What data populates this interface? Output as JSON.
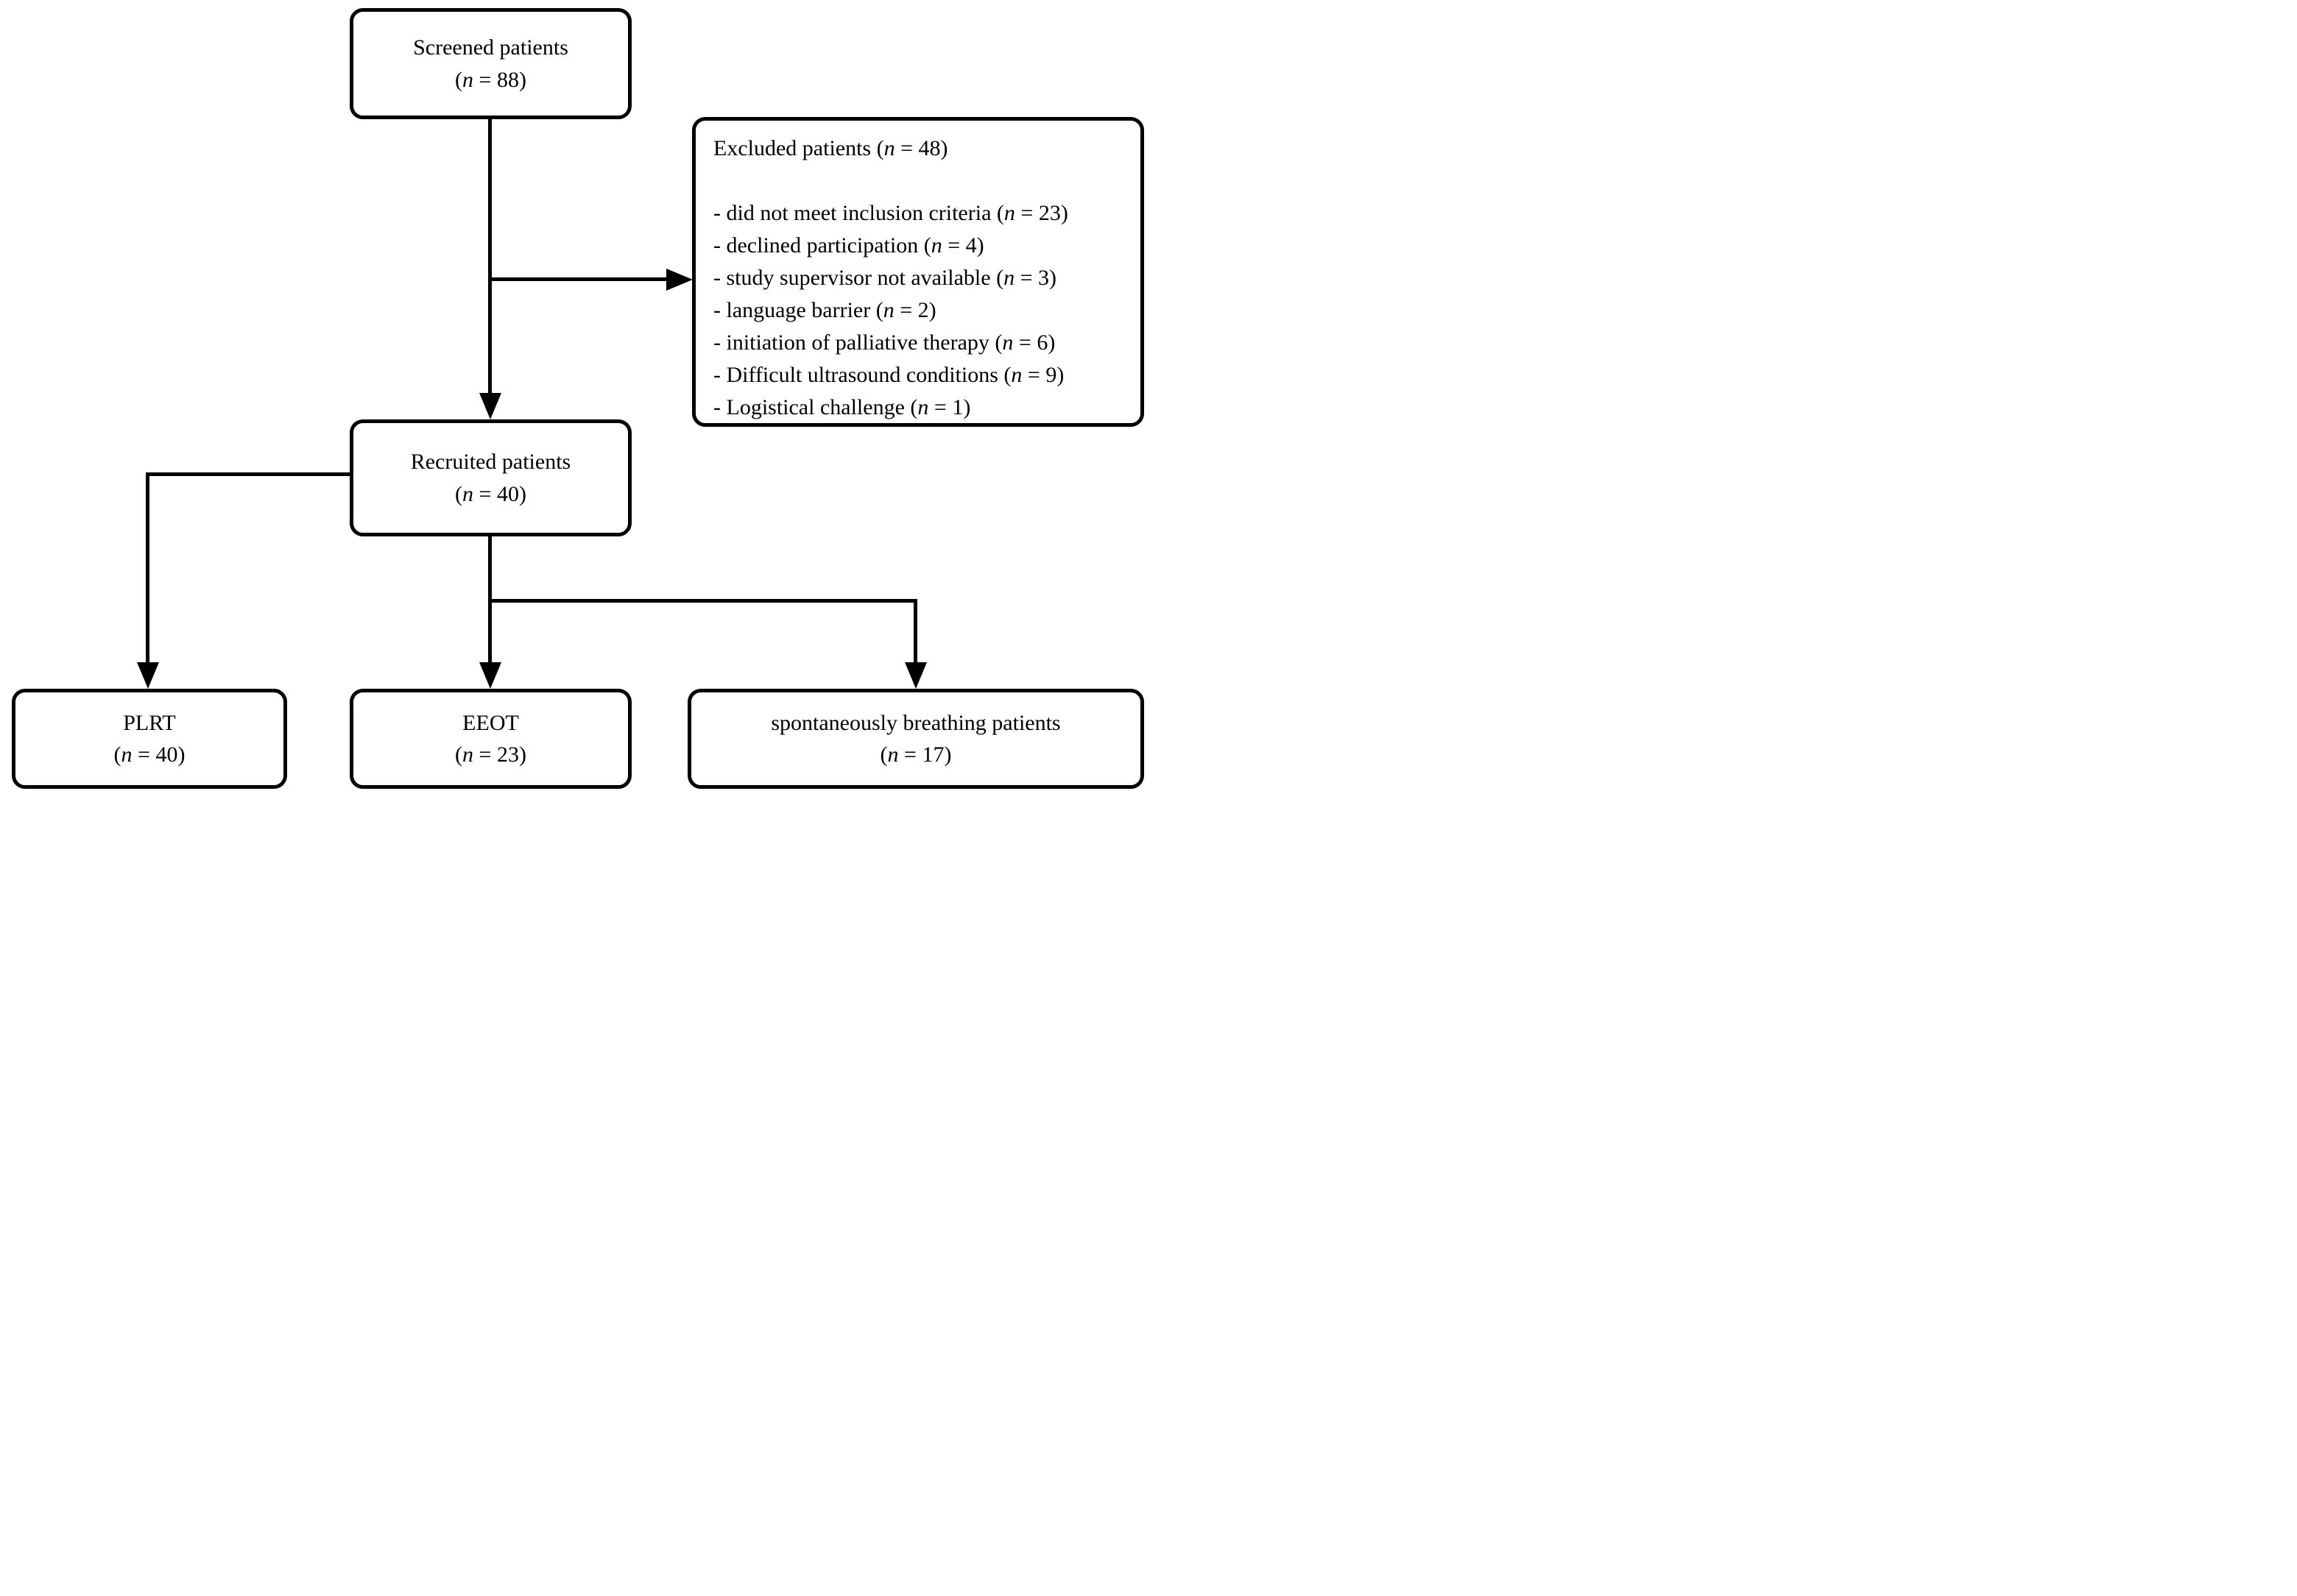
{
  "figure": {
    "type": "patient-recruitment-flow-diagram",
    "background_color": "#ffffff",
    "line_color": "#000000"
  },
  "symbols": {
    "open_paren": "(",
    "n_var": "n",
    "equals": " = ",
    "close_paren": ")"
  },
  "boxes": {
    "screened": {
      "title": "Screened patients",
      "n": "88"
    },
    "recruited": {
      "title": "Recruited patients",
      "n": "40"
    },
    "plrt": {
      "title": "PLRT",
      "n": "40"
    },
    "eeot": {
      "title": "EEOT",
      "n": "23"
    },
    "spontaneous": {
      "title": "spontaneously breathing patients",
      "n": "17"
    },
    "excluded": {
      "title": "Excluded patients",
      "n": "48",
      "items": [
        {
          "pre": "- did not meet inclusion criteria",
          "n": "23"
        },
        {
          "pre": "- declined participation",
          "n": "4"
        },
        {
          "pre": "- study supervisor not available",
          "n": "3"
        },
        {
          "pre": "- language barrier",
          "n": "2"
        },
        {
          "pre": "- initiation of palliative therapy",
          "n": "6"
        },
        {
          "pre": "- Difficult ultrasound conditions",
          "n": "9"
        },
        {
          "pre": "- Logistical challenge",
          "n": "1"
        }
      ]
    }
  }
}
